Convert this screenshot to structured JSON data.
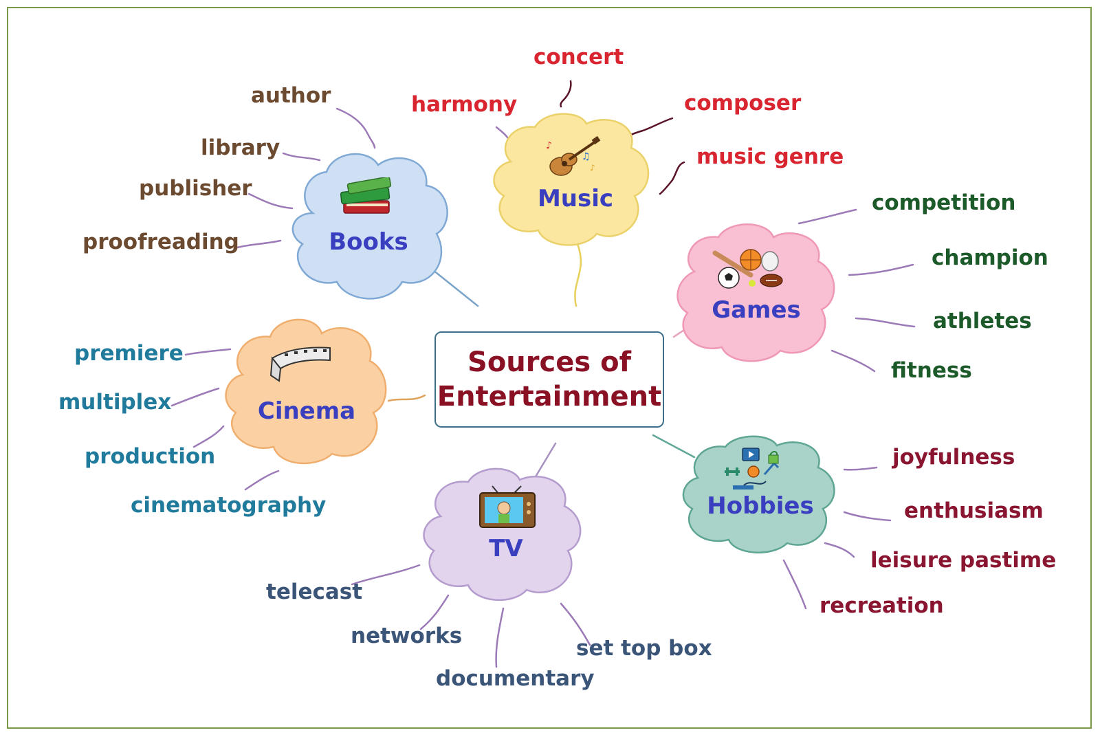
{
  "center": {
    "line1": "Sources of",
    "line2": "Entertainment"
  },
  "categories": {
    "books": {
      "label": "Books",
      "icon": "books-icon",
      "color": "#cfe0f5",
      "words": [
        "author",
        "library",
        "publisher",
        "proofreading"
      ]
    },
    "music": {
      "label": "Music",
      "icon": "guitar-icon",
      "color": "#fbe7a0",
      "words": [
        "concert",
        "harmony",
        "composer",
        "music genre"
      ]
    },
    "games": {
      "label": "Games",
      "icon": "sports-balls-icon",
      "color": "#f8c0d2",
      "words": [
        "competition",
        "champion",
        "athletes",
        "fitness"
      ]
    },
    "cinema": {
      "label": "Cinema",
      "icon": "film-reel-icon",
      "color": "#fbd1a4",
      "words": [
        "premiere",
        "multiplex",
        "production",
        "cinematography"
      ]
    },
    "tv": {
      "label": "TV",
      "icon": "television-icon",
      "color": "#e1d4ec",
      "words": [
        "telecast",
        "networks",
        "documentary",
        "set top box"
      ]
    },
    "hobbies": {
      "label": "Hobbies",
      "icon": "hobbies-icon",
      "color": "#a9d3c8",
      "words": [
        "joyfulness",
        "enthusiasm",
        "leisure pastime",
        "recreation"
      ]
    }
  }
}
